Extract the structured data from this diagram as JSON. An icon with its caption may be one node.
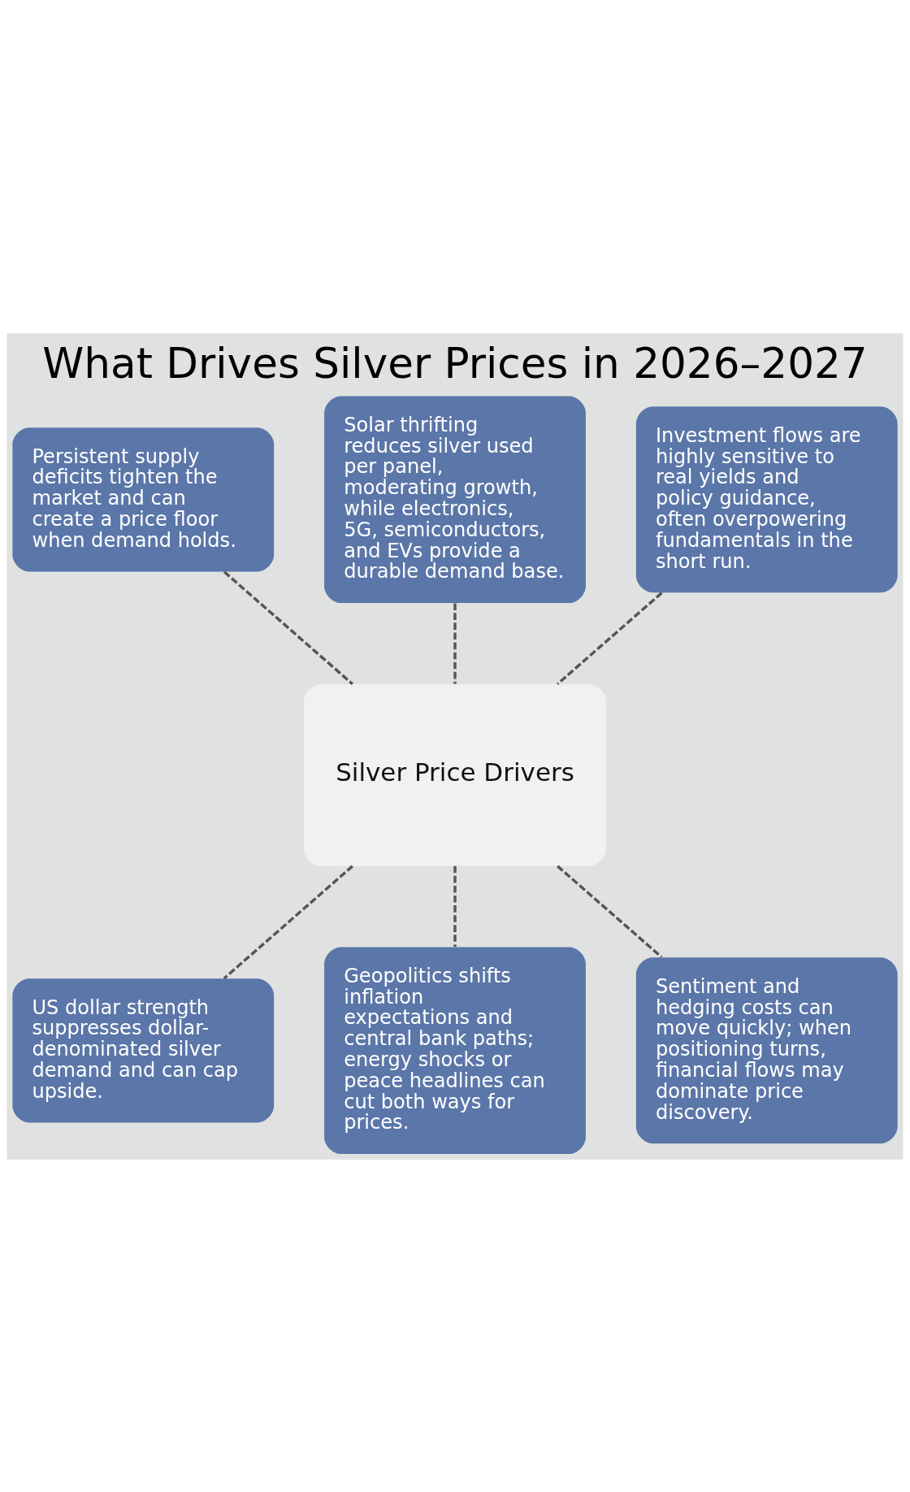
{
  "diagram": {
    "title": "What Drives Silver Prices in 2026–2027",
    "nodes": [
      {
        "text": [
          "Persistent supply deficits tighten the market and can create a price floor when demand holds."
        ]
      },
      {
        "text": [
          "Solar thrifting reduces silver used per panel, moderating growth, while electronics, 5G, semiconductors, and EVs provide a durable demand base."
        ]
      },
      {
        "text": [
          "Investment flows are highly sensitive to real yields and policy guidance, often overpowering fundamentals in the short run."
        ]
      },
      {
        "text": [
          "Silver Price Drivers"
        ]
      },
      {
        "text": [
          "US dollar strength suppresses dollar-denominated silver demand and can cap upside."
        ]
      },
      {
        "text": [
          "Geopolitics shifts inflation expectations and central bank paths; energy shocks or peace headlines can cut both ways for prices."
        ]
      },
      {
        "text": [
          "Sentiment and hedging costs can move quickly; when positioning turns, financial flows may dominate price discovery."
        ]
      }
    ],
    "edges": [
      {
        "from": 0,
        "to": 3,
        "arrow": "none",
        "style": "dashed"
      },
      {
        "from": 1,
        "to": 3,
        "arrow": "none",
        "style": "dashed"
      },
      {
        "from": 2,
        "to": 3,
        "arrow": "none",
        "style": "dashed"
      },
      {
        "from": 3,
        "to": 4,
        "arrow": "none",
        "style": "dashed"
      },
      {
        "from": 3,
        "to": 5,
        "arrow": "none",
        "style": "dashed"
      },
      {
        "from": 3,
        "to": 6,
        "arrow": "none",
        "style": "dashed"
      }
    ]
  }
}
